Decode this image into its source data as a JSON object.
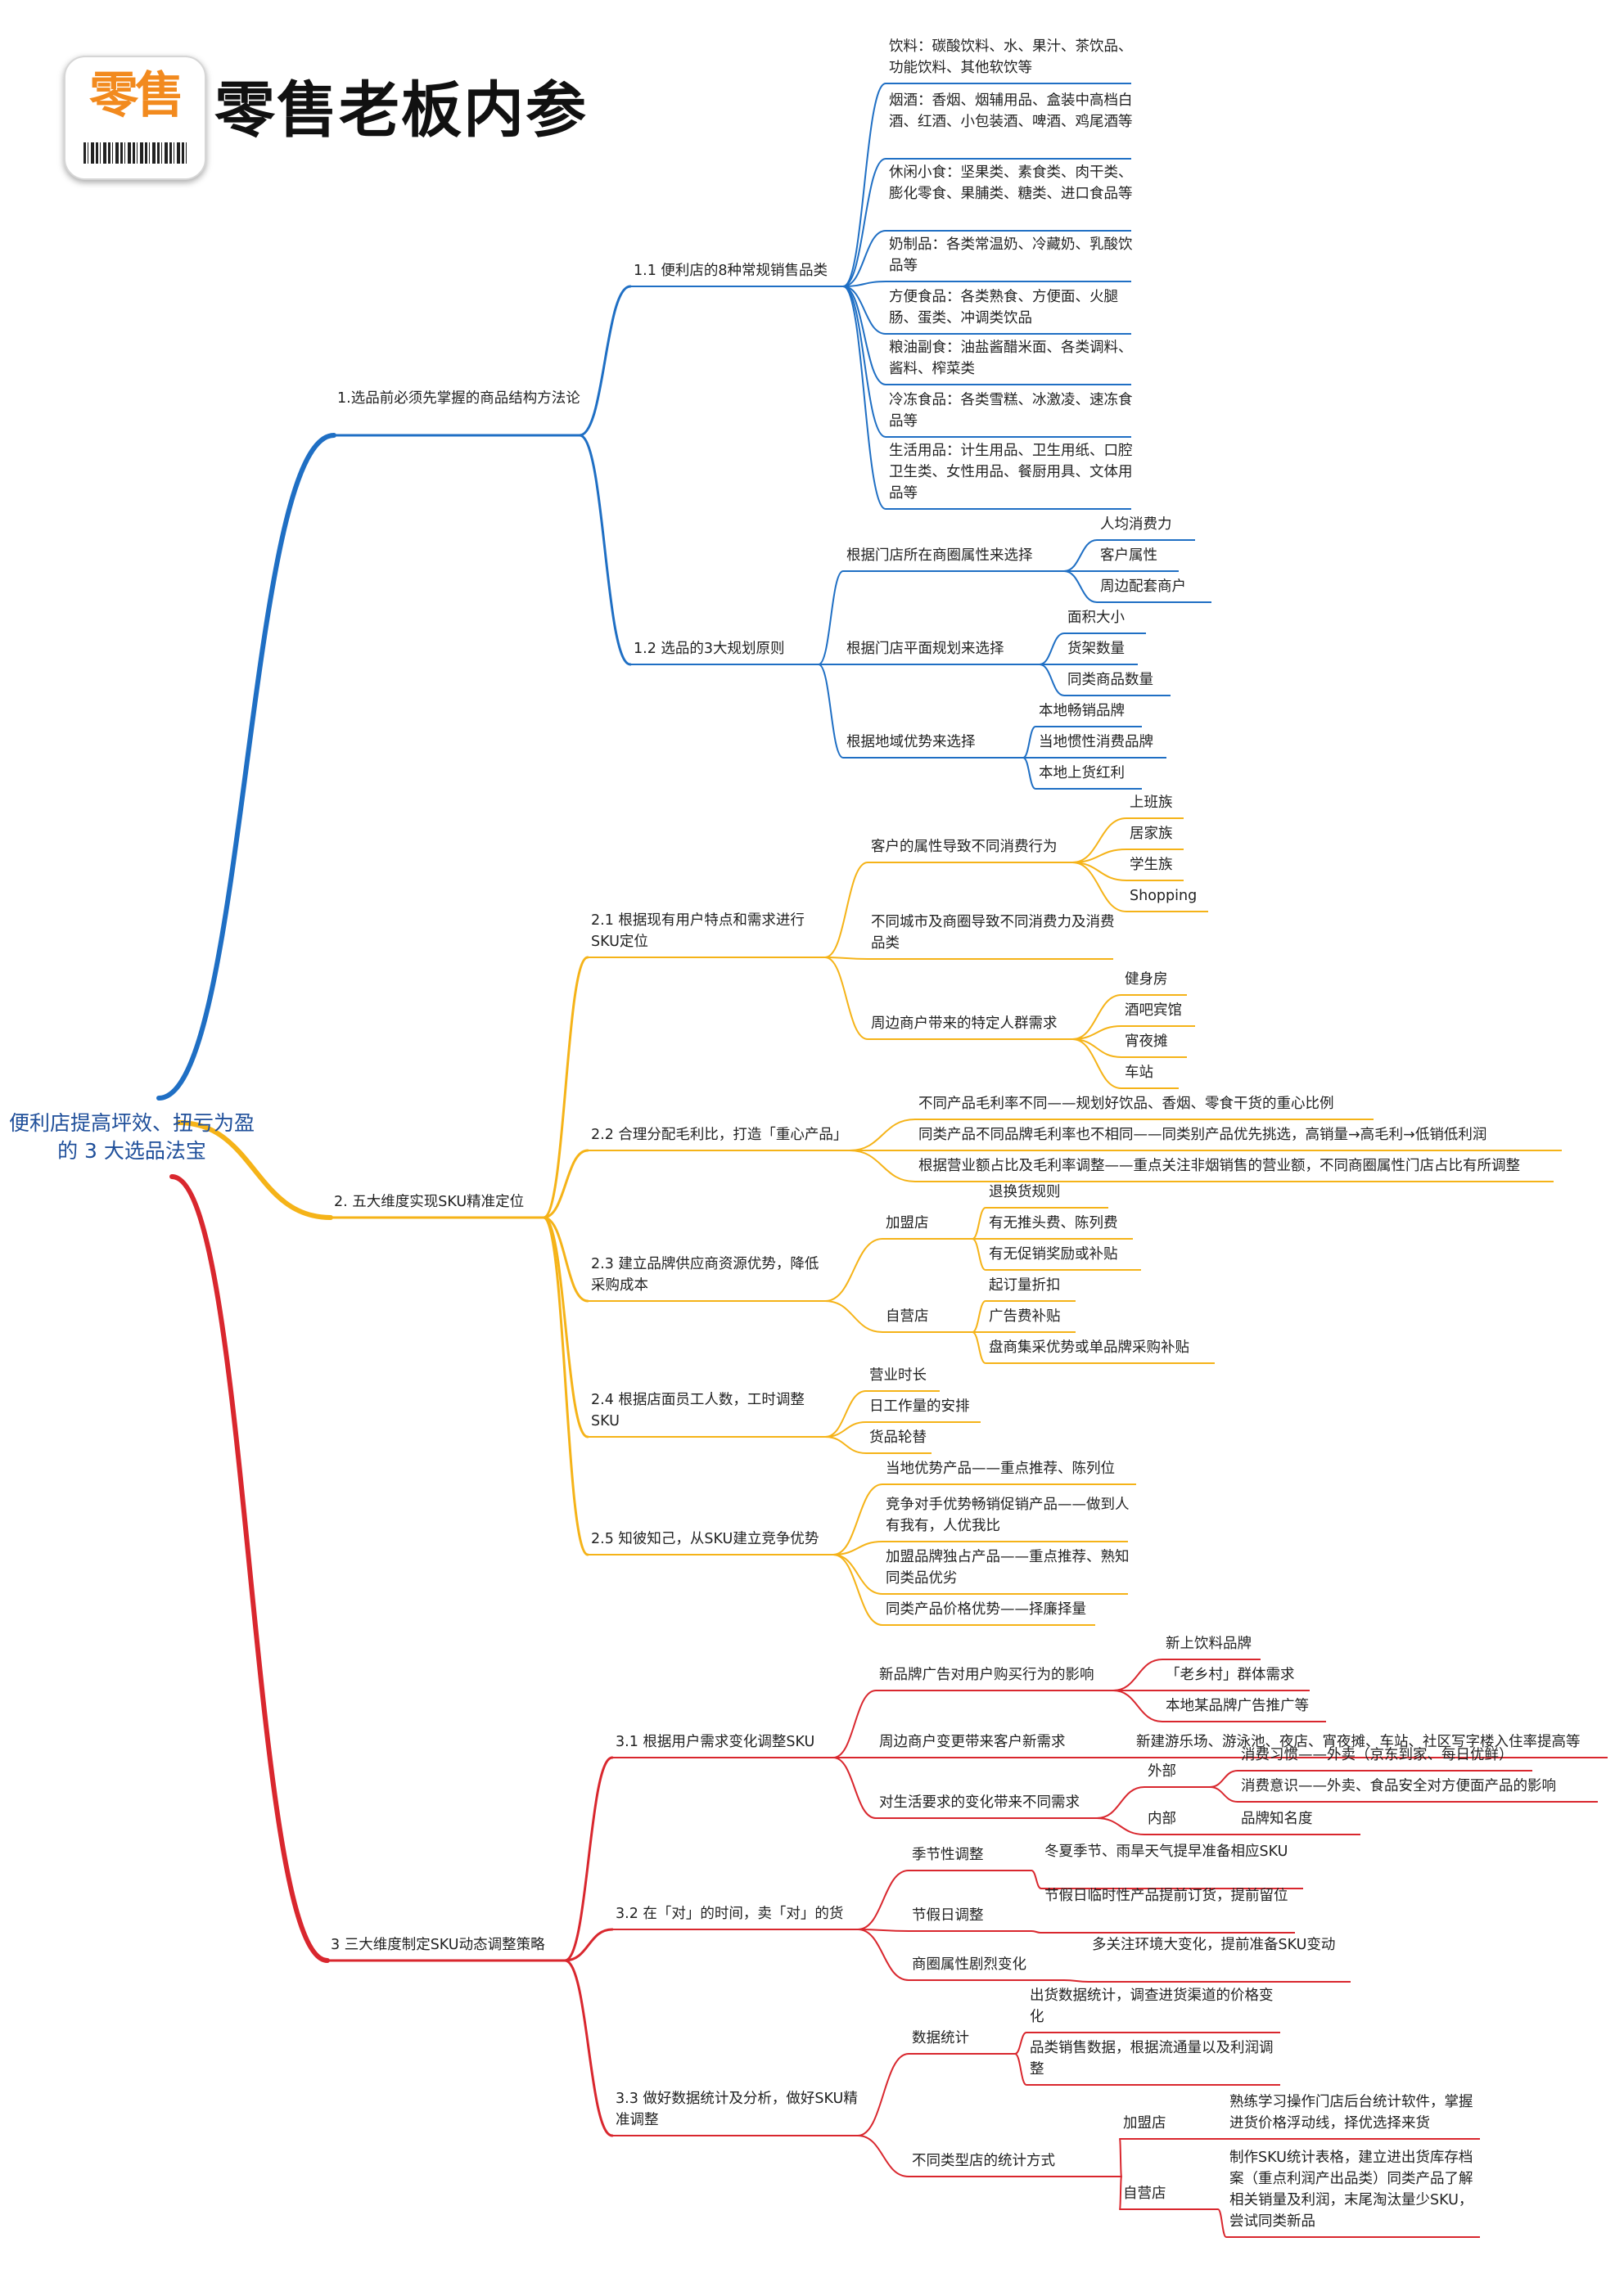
{
  "header": {
    "logo_text": "零售",
    "brand_title": "零售老板内参"
  },
  "colors": {
    "branch1": "#1f6fc4",
    "branch2": "#f5b318",
    "branch3": "#d9272e",
    "root_text": "#1f4f9a"
  },
  "root": "便利店提高坪效、扭亏为盈的 3 大选品法宝",
  "branches": [
    {
      "color": "#1f6fc4",
      "label": "1.选品前必须先掌握的商品结构方法论",
      "children": [
        {
          "label": "1.1 便利店的8种常规销售品类",
          "children": [
            {
              "label": "饮料：碳酸饮料、水、果汁、茶饮品、功能饮料、其他软饮等"
            },
            {
              "label": "烟酒：香烟、烟辅用品、盒装中高档白酒、红酒、小包装酒、啤酒、鸡尾酒等"
            },
            {
              "label": "休闲小食：坚果类、素食类、肉干类、膨化零食、果脯类、糖类、进口食品等"
            },
            {
              "label": "奶制品：各类常温奶、冷藏奶、乳酸饮品等"
            },
            {
              "label": "方便食品：各类熟食、方便面、火腿肠、蛋类、冲调类饮品"
            },
            {
              "label": "粮油副食：油盐酱醋米面、各类调料、酱料、榨菜类"
            },
            {
              "label": "冷冻食品：各类雪糕、冰激凌、速冻食品等"
            },
            {
              "label": "生活用品：计生用品、卫生用纸、口腔卫生类、女性用品、餐厨用具、文体用品等"
            }
          ]
        },
        {
          "label": "1.2 选品的3大规划原则",
          "children": [
            {
              "label": "根据门店所在商圈属性来选择",
              "children": [
                {
                  "label": "人均消费力"
                },
                {
                  "label": "客户属性"
                },
                {
                  "label": "周边配套商户"
                }
              ]
            },
            {
              "label": "根据门店平面规划来选择",
              "children": [
                {
                  "label": "面积大小"
                },
                {
                  "label": "货架数量"
                },
                {
                  "label": "同类商品数量"
                }
              ]
            },
            {
              "label": "根据地域优势来选择",
              "children": [
                {
                  "label": "本地畅销品牌"
                },
                {
                  "label": "当地惯性消费品牌"
                },
                {
                  "label": "本地上货红利"
                }
              ]
            }
          ]
        }
      ]
    },
    {
      "color": "#f5b318",
      "label": "2. 五大维度实现SKU精准定位",
      "children": [
        {
          "label": "2.1 根据现有用户特点和需求进行SKU定位",
          "children": [
            {
              "label": "客户的属性导致不同消费行为",
              "children": [
                {
                  "label": "上班族"
                },
                {
                  "label": "居家族"
                },
                {
                  "label": "学生族"
                },
                {
                  "label": "Shopping"
                }
              ]
            },
            {
              "label": "不同城市及商圈导致不同消费力及消费品类"
            },
            {
              "label": "周边商户带来的特定人群需求",
              "children": [
                {
                  "label": "健身房"
                },
                {
                  "label": "酒吧宾馆"
                },
                {
                  "label": "宵夜摊"
                },
                {
                  "label": "车站"
                }
              ]
            }
          ]
        },
        {
          "label": "2.2 合理分配毛利比，打造「重心产品」",
          "children": [
            {
              "label": "不同产品毛利率不同——规划好饮品、香烟、零食干货的重心比例"
            },
            {
              "label": "同类产品不同品牌毛利率也不相同——同类别产品优先挑选，高销量→高毛利→低销低利润"
            },
            {
              "label": "根据营业额占比及毛利率调整——重点关注非烟销售的营业额，不同商圈属性门店占比有所调整"
            }
          ]
        },
        {
          "label": "2.3 建立品牌供应商资源优势，降低采购成本",
          "children": [
            {
              "label": "加盟店",
              "children": [
                {
                  "label": "退换货规则"
                },
                {
                  "label": "有无推头费、陈列费"
                },
                {
                  "label": "有无促销奖励或补贴"
                }
              ]
            },
            {
              "label": "自营店",
              "children": [
                {
                  "label": "起订量折扣"
                },
                {
                  "label": "广告费补贴"
                },
                {
                  "label": "盘商集采优势或单品牌采购补贴"
                }
              ]
            }
          ]
        },
        {
          "label": "2.4 根据店面员工人数，工时调整SKU",
          "children": [
            {
              "label": "营业时长"
            },
            {
              "label": "日工作量的安排"
            },
            {
              "label": "货品轮替"
            }
          ]
        },
        {
          "label": "2.5 知彼知己，从SKU建立竞争优势",
          "children": [
            {
              "label": "当地优势产品——重点推荐、陈列位"
            },
            {
              "label": "竞争对手优势畅销促销产品——做到人有我有，人优我比"
            },
            {
              "label": "加盟品牌独占产品——重点推荐、熟知同类品优劣"
            },
            {
              "label": "同类产品价格优势——择廉择量"
            }
          ]
        }
      ]
    },
    {
      "color": "#d9272e",
      "label": "3 三大维度制定SKU动态调整策略",
      "children": [
        {
          "label": "3.1 根据用户需求变化调整SKU",
          "children": [
            {
              "label": "新品牌广告对用户购买行为的影响",
              "children": [
                {
                  "label": "新上饮料品牌"
                },
                {
                  "label": "「老乡村」群体需求"
                },
                {
                  "label": "本地某品牌广告推广等"
                }
              ]
            },
            {
              "label": "周边商户变更带来客户新需求",
              "children": [
                {
                  "label": "新建游乐场、游泳池、夜店、宵夜摊、车站、社区写字楼入住率提高等"
                }
              ]
            },
            {
              "label": "对生活要求的变化带来不同需求",
              "children": [
                {
                  "label": "外部",
                  "children": [
                    {
                      "label": "消费习惯——外卖（京东到家、每日优鲜）"
                    },
                    {
                      "label": "消费意识——外卖、食品安全对方便面产品的影响"
                    }
                  ]
                },
                {
                  "label": "内部",
                  "children": [
                    {
                      "label": "品牌知名度"
                    }
                  ]
                }
              ]
            }
          ]
        },
        {
          "label": "3.2 在「对」的时间，卖「对」的货",
          "children": [
            {
              "label": "季节性调整",
              "children": [
                {
                  "label": "冬夏季节、雨旱天气提早准备相应SKU"
                }
              ]
            },
            {
              "label": "节假日调整",
              "children": [
                {
                  "label": "节假日临时性产品提前订货，提前留位"
                }
              ]
            },
            {
              "label": "商圈属性剧烈变化",
              "children": [
                {
                  "label": "多关注环境大变化，提前准备SKU变动"
                }
              ]
            }
          ]
        },
        {
          "label": "3.3 做好数据统计及分析，做好SKU精准调整",
          "children": [
            {
              "label": "数据统计",
              "children": [
                {
                  "label": "出货数据统计，调查进货渠道的价格变化"
                },
                {
                  "label": "品类销售数据，根据流通量以及利润调整"
                }
              ]
            },
            {
              "label": "不同类型店的统计方式",
              "children": [
                {
                  "label": "加盟店",
                  "children": [
                    {
                      "label": "熟练学习操作门店后台统计软件，掌握进货价格浮动线，择优选择来货"
                    }
                  ]
                },
                {
                  "label": "自营店",
                  "children": [
                    {
                      "label": "制作SKU统计表格，建立进出货库存档案（重点利润产出品类）同类产品了解相关销量及利润，末尾淘汰量少SKU，尝试同类新品"
                    }
                  ]
                }
              ]
            }
          ]
        }
      ]
    }
  ]
}
